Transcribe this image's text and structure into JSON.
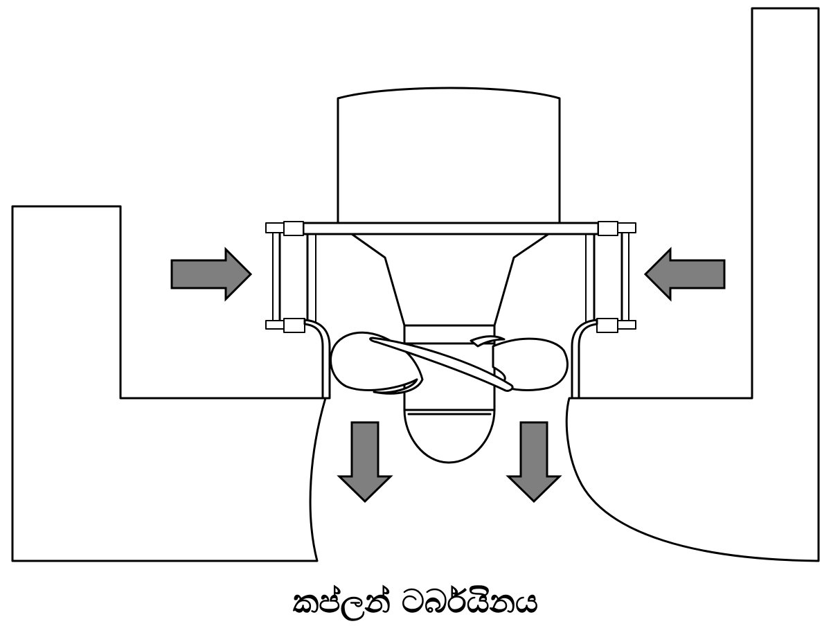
{
  "caption": "කප්ලන් ටර්බයිනය",
  "colors": {
    "outline": "#000000",
    "fill": "#ffffff",
    "flow_arrow": "#7f7f7f"
  },
  "flow_arrows": [
    {
      "name": "inlet-left",
      "direction": "right"
    },
    {
      "name": "inlet-right",
      "direction": "left"
    },
    {
      "name": "outlet-left",
      "direction": "down"
    },
    {
      "name": "outlet-right",
      "direction": "down"
    }
  ]
}
